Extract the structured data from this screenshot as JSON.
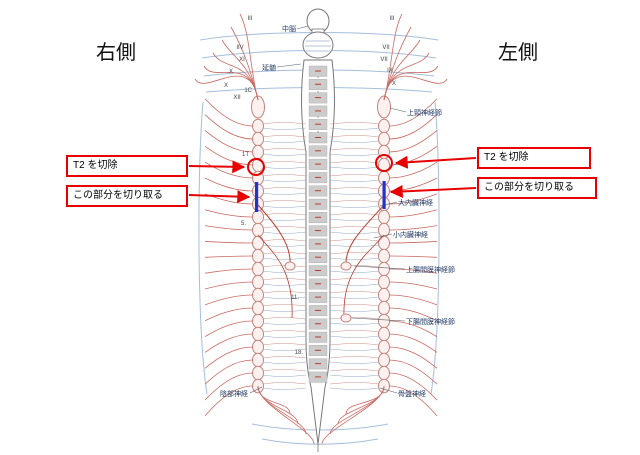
{
  "headings": {
    "right_side": "右側",
    "left_side": "左側"
  },
  "callouts": {
    "left_t2": "T2 を切除",
    "left_cut": "この部分を切り取る",
    "right_t2": "T2 を切除",
    "right_cut": "この部分を切り取る"
  },
  "anatomy_labels": {
    "midbrain": "中脳",
    "medulla": "延髄",
    "superior_cervical_ganglion": "上頸神経節",
    "greater_splanchnic_nerve": "大内臓神経",
    "lesser_splanchnic_nerve": "小内臓神経",
    "superior_mesenteric_ganglion": "上腸間膜神経節",
    "inferior_mesenteric_ganglion": "下腸間膜神経節",
    "pelvic_nerve": "骨盤神経",
    "pudendal_nerve": "陰部神経"
  },
  "cranial_numerals": {
    "left": [
      "III",
      "IIV",
      "XI",
      "X",
      "X",
      "XII"
    ],
    "right": [
      "III",
      "VII",
      "VII",
      "IX",
      "X"
    ]
  },
  "segment_marks": [
    "1C",
    "1T",
    "5.",
    "11.",
    "18."
  ],
  "colors": {
    "annotation_red": "#e80000",
    "cut_mark_blue": "#2233cc",
    "nerve_red": "#c96a62",
    "faint_blue": "#a5bedc"
  }
}
